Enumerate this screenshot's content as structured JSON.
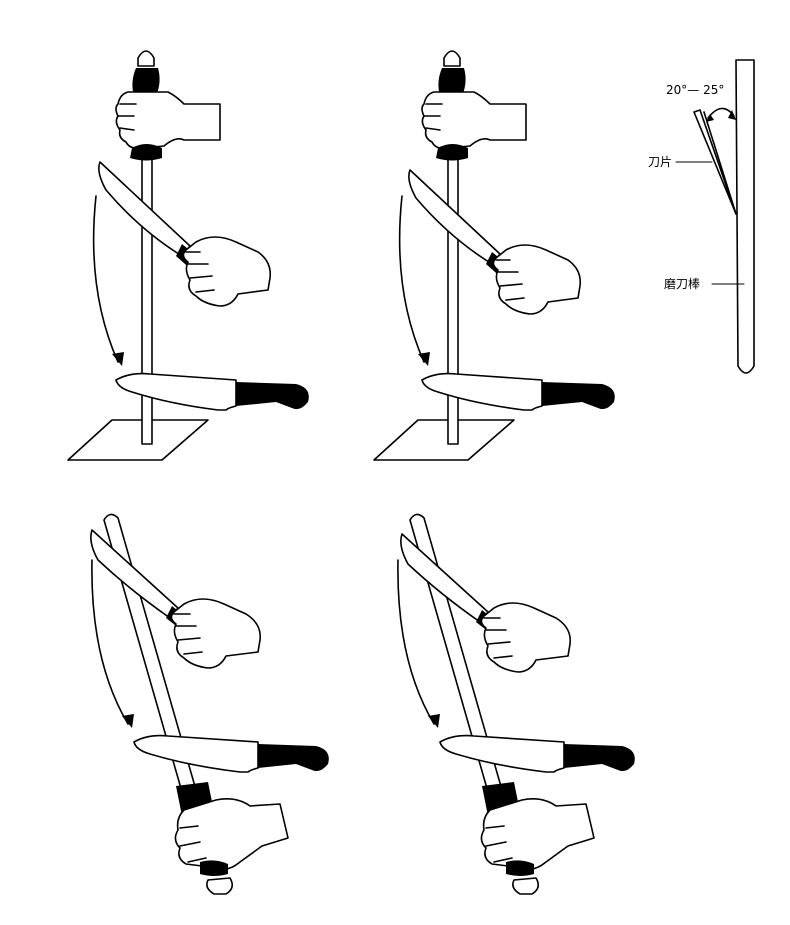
{
  "diagram": {
    "angle_label": "20°— 25°",
    "blade_label": "刀片",
    "rod_label": "磨刀棒"
  }
}
